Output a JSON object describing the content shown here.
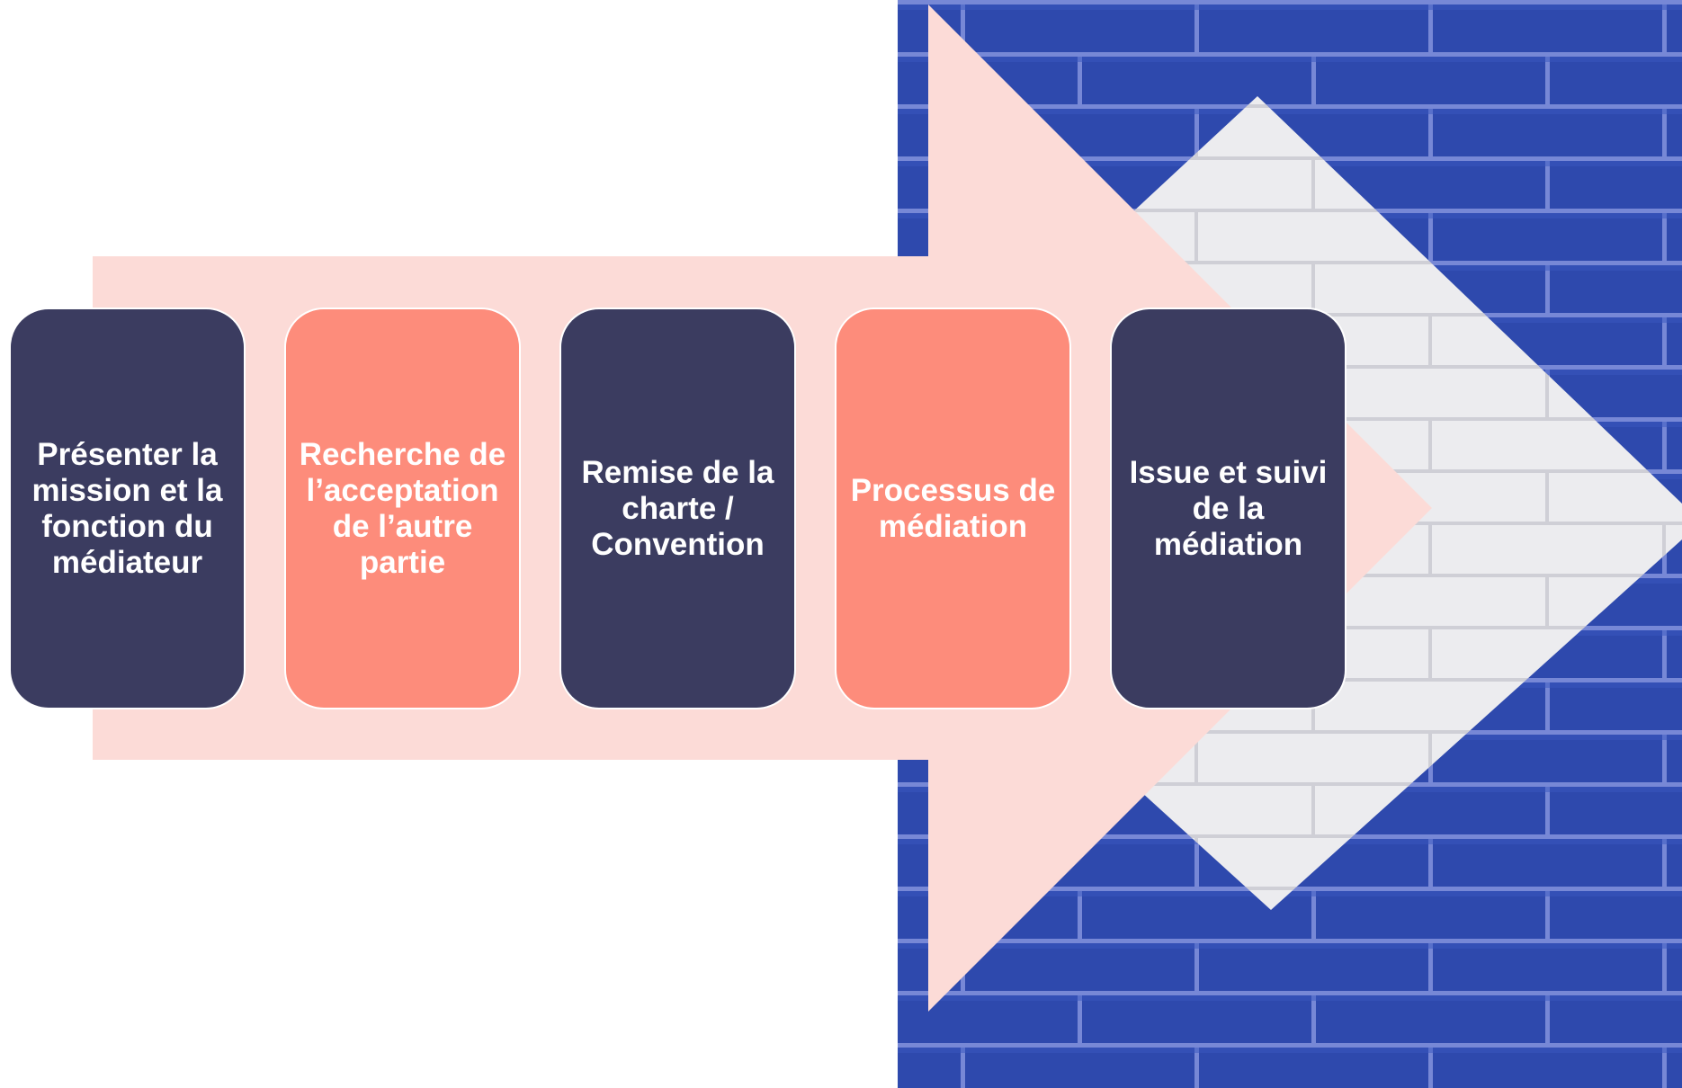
{
  "colors": {
    "dark_step": "#3b3c60",
    "accent_step": "#fd8c7b",
    "arrow_fill": "#fcdbd7",
    "brick_blue": "#2e49ad",
    "mortar": "#7788d6",
    "white_diamond": "#e9e9ec",
    "step_text": "#ffffff"
  },
  "steps": [
    {
      "label": "Présenter la mission et la fonction du médiateur",
      "variant": "dark"
    },
    {
      "label": "Recherche de l’acceptation de l’autre partie",
      "variant": "accent"
    },
    {
      "label": "Remise de la charte / Convention",
      "variant": "dark"
    },
    {
      "label": "Processus de médiation",
      "variant": "accent"
    },
    {
      "label": "Issue et suivi de la médiation",
      "variant": "dark"
    }
  ],
  "icons": {
    "arrow": "right-arrow-shape",
    "background": "brick-wall-arrow-photo"
  }
}
